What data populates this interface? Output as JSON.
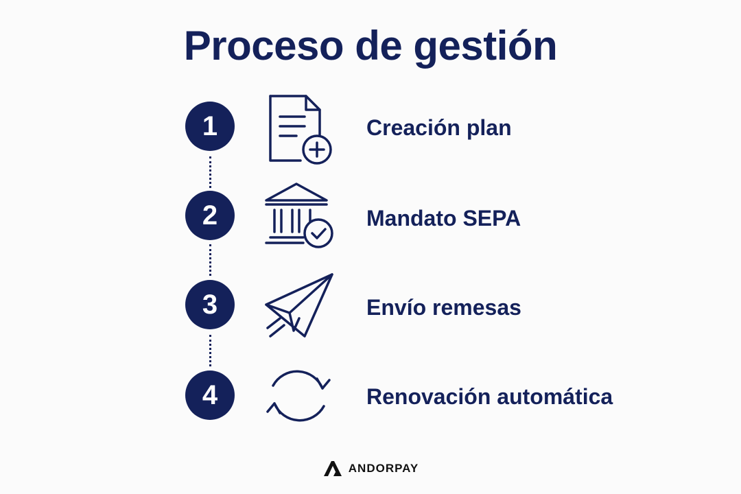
{
  "title": "Proceso de gestión",
  "steps": [
    {
      "number": "1",
      "label": "Creación plan",
      "icon": "document-plus-icon"
    },
    {
      "number": "2",
      "label": "Mandato SEPA",
      "icon": "bank-check-icon"
    },
    {
      "number": "3",
      "label": "Envío remesas",
      "icon": "paper-plane-icon"
    },
    {
      "number": "4",
      "label": "Renovación automática",
      "icon": "refresh-icon"
    }
  ],
  "brand": {
    "name": "ANDORPAY",
    "logo": "andorpay-logo"
  },
  "colors": {
    "primary": "#14215a",
    "background": "#fbfbfb",
    "brand_text": "#111111"
  }
}
